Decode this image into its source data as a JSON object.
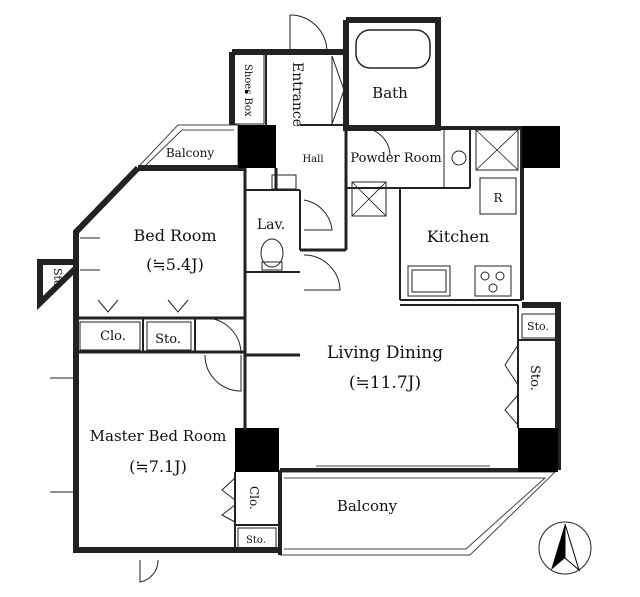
{
  "floor_plan": {
    "rooms": {
      "bed_room": {
        "name": "Bed Room",
        "size": "(≒5.4J)"
      },
      "master_bed_room": {
        "name": "Master Bed Room",
        "size": "(≒7.1J)"
      },
      "living_dining": {
        "name": "Living Dining",
        "size": "(≒11.7J)"
      },
      "kitchen": {
        "name": "Kitchen"
      },
      "bath": {
        "name": "Bath"
      },
      "powder_room": {
        "name": "Powder Room"
      },
      "hall": {
        "name": "Hall"
      },
      "entrance": {
        "name": "Entrance"
      },
      "shoes_box": {
        "name": "Shoes Box"
      },
      "lav": {
        "name": "Lav."
      },
      "balcony_top": {
        "name": "Balcony"
      },
      "balcony_bottom": {
        "name": "Balcony"
      }
    },
    "storage": {
      "sto_left": "Sto.",
      "clo_bed": "Clo.",
      "sto_bed": "Sto.",
      "sto_right_small": "Sto.",
      "sto_right_tall": "Sto.",
      "clo_master": "Clo.",
      "sto_master": "Sto."
    },
    "fixtures": {
      "refrigerator": "R"
    },
    "compass": "north-arrow-icon"
  }
}
